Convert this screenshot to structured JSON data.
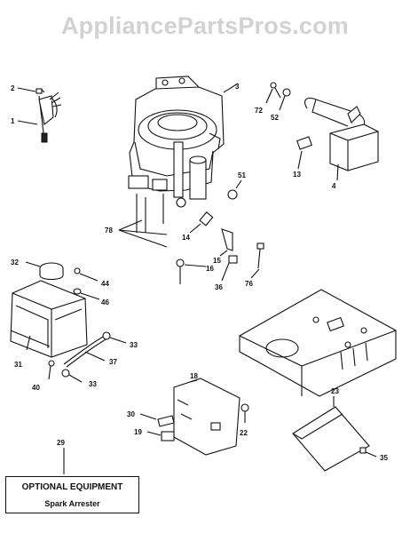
{
  "watermark": "AppliancePartsPros.com",
  "callouts": {
    "p1": "1",
    "p2": "2",
    "p3": "3",
    "p4": "4",
    "p13": "13",
    "p14": "14",
    "p15": "15",
    "p16": "16",
    "p18": "18",
    "p19": "19",
    "p22": "22",
    "p23": "23",
    "p29": "29",
    "p30": "30",
    "p31": "31",
    "p32": "32",
    "p33a": "33",
    "p33b": "33",
    "p35": "35",
    "p36": "36",
    "p37": "37",
    "p40": "40",
    "p44": "44",
    "p46": "46",
    "p51": "51",
    "p52": "52",
    "p72": "72",
    "p76": "76",
    "p78": "78"
  },
  "optional_box": {
    "title": "OPTIONAL EQUIPMENT",
    "subtitle": "Spark Arrester"
  }
}
